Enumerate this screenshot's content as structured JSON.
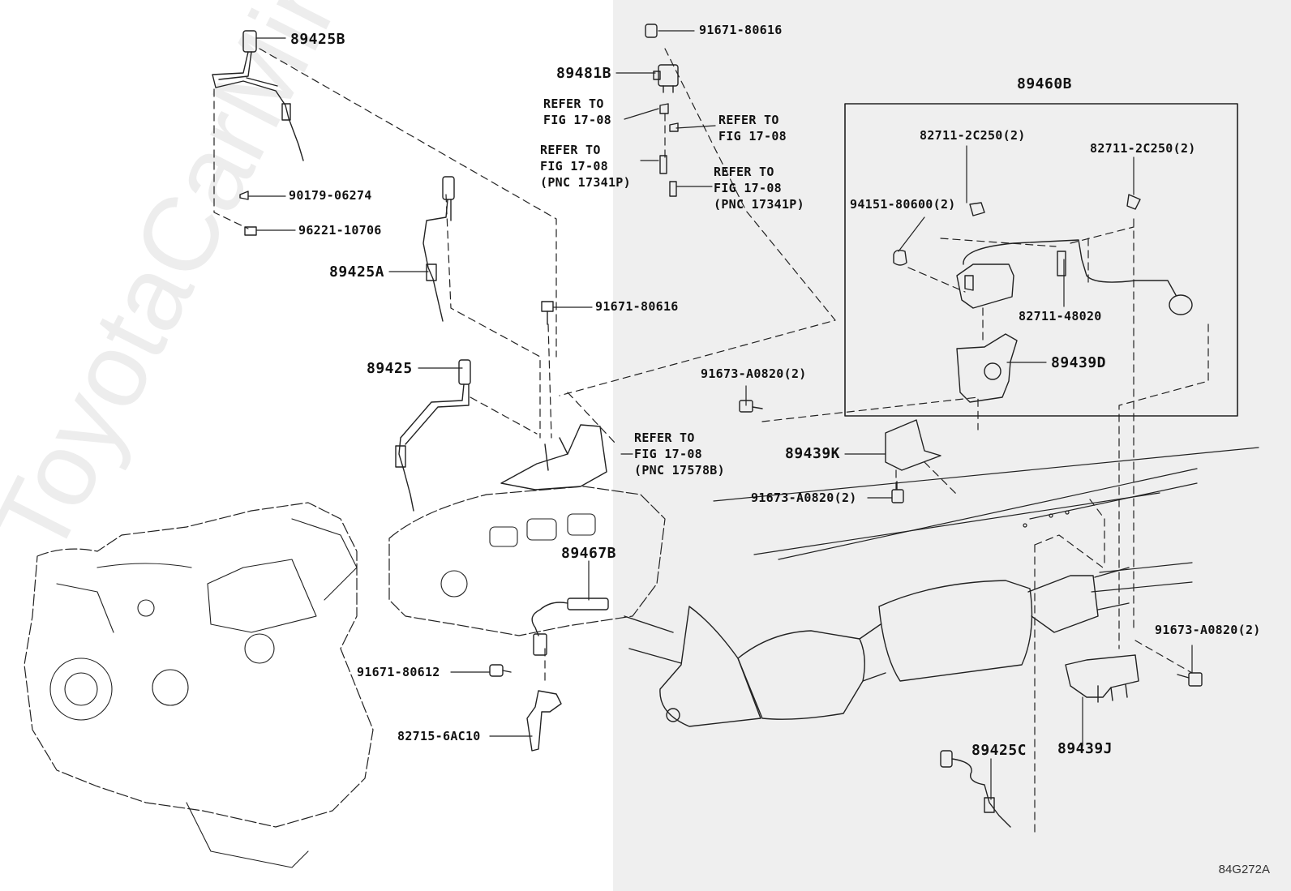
{
  "colors": {
    "line": "#222222",
    "panel_right": "#efefef",
    "background": "#ffffff"
  },
  "watermark": "ToyotaCarMine.ru",
  "figure_code": "84G272A",
  "labels": {
    "p89425B": "89425B",
    "p89481B": "89481B",
    "p91671_80616_top": "91671-80616",
    "p90179_06274": "90179-06274",
    "p96221_10706": "96221-10706",
    "p89425A": "89425A",
    "p91671_80616_mid": "91671-80616",
    "p89425": "89425",
    "p89467B": "89467B",
    "p91671_80612": "91671-80612",
    "p82715_6AC10": "82715-6AC10",
    "p89460B": "89460B",
    "p82711_2C250_a": "82711-2C250(2)",
    "p82711_2C250_b": "82711-2C250(2)",
    "p94151_80600": "94151-80600(2)",
    "p82711_48020": "82711-48020",
    "p89439D": "89439D",
    "p91673_A0820_a": "91673-A0820(2)",
    "p89439K": "89439K",
    "p91673_A0820_b": "91673-A0820(2)",
    "p91673_A0820_c": "91673-A0820(2)",
    "p89439J": "89439J",
    "p89425C": "89425C"
  },
  "refs": {
    "r1": [
      "REFER TO",
      "FIG 17-08"
    ],
    "r2": [
      "REFER TO",
      "FIG 17-08"
    ],
    "r3": [
      "REFER TO",
      "FIG 17-08",
      "(PNC 17341P)"
    ],
    "r4": [
      "REFER TO",
      "FIG 17-08",
      "(PNC 17341P)"
    ],
    "r5": [
      "REFER TO",
      "FIG 17-08",
      "(PNC 17578B)"
    ]
  }
}
